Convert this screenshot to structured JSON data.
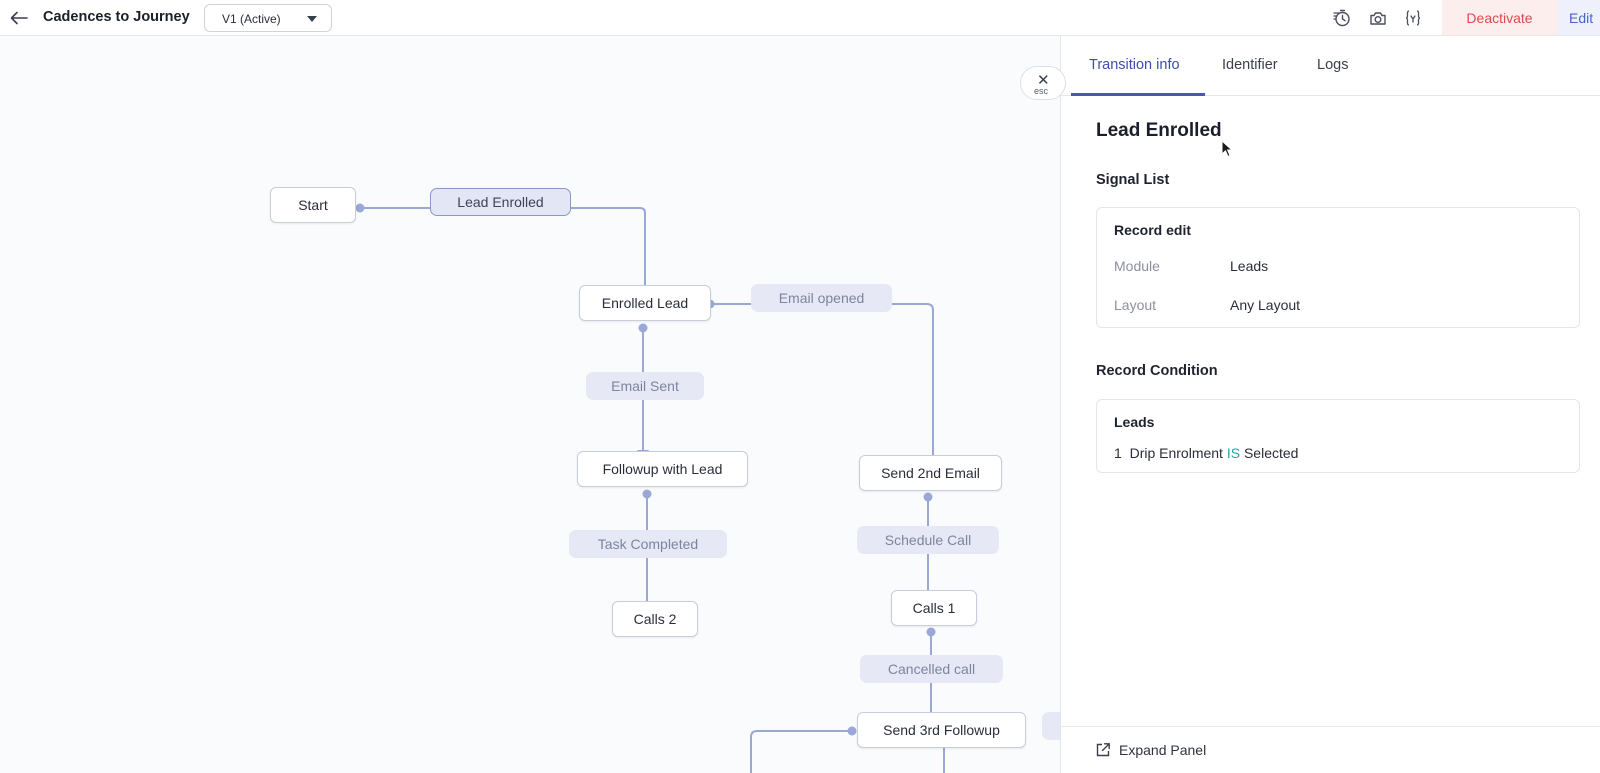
{
  "header": {
    "title": "Cadences to Journey",
    "version": "V1 (Active)",
    "deactivate_label": "Deactivate",
    "edit_label": "Edit",
    "icons": [
      "back-arrow-icon",
      "timer-history-icon",
      "camera-icon",
      "variable-icon"
    ]
  },
  "canvas": {
    "nodes": {
      "start": "Start",
      "enrolled_lead": "Enrolled Lead",
      "followup_with_lead": "Followup with Lead",
      "calls_2": "Calls 2",
      "send_2nd_email": "Send 2nd Email",
      "calls_1": "Calls 1",
      "send_3rd_followup": "Send 3rd Followup"
    },
    "transitions": {
      "lead_enrolled": "Lead Enrolled",
      "email_opened": "Email opened",
      "email_sent": "Email Sent",
      "task_completed": "Task Completed",
      "schedule_call": "Schedule Call",
      "cancelled_call": "Cancelled call"
    },
    "selected_transition": "Lead Enrolled",
    "close_label": "esc"
  },
  "panel": {
    "tabs": [
      {
        "label": "Transition info",
        "active": true
      },
      {
        "label": "Identifier",
        "active": false
      },
      {
        "label": "Logs",
        "active": false
      }
    ],
    "heading": "Lead Enrolled",
    "signal_list_title": "Signal List",
    "signal_card": {
      "title": "Record edit",
      "rows": [
        {
          "key": "Module",
          "value": "Leads"
        },
        {
          "key": "Layout",
          "value": "Any Layout"
        }
      ]
    },
    "record_condition_title": "Record Condition",
    "condition_card": {
      "title": "Leads",
      "index": "1",
      "field": "Drip Enrolment",
      "operator": "IS",
      "value": "Selected"
    },
    "expand_label": "Expand Panel"
  },
  "colors": {
    "accent": "#4658b5",
    "deactivate_text": "#e04a4a",
    "deactivate_bg": "#fdeeee",
    "edge": "#9aa8d8",
    "operator": "#2aa3a0"
  }
}
